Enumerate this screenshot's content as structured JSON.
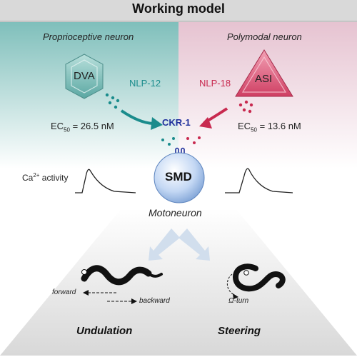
{
  "title": "Working model",
  "left_panel": {
    "label": "Proprioceptive neuron",
    "neuron": "DVA",
    "peptide": "NLP-12",
    "ec50_prefix": "EC",
    "ec50_sub": "50",
    "ec50_value": " = 26.5 nM"
  },
  "right_panel": {
    "label": "Polymodal neuron",
    "neuron": "ASI",
    "peptide": "NLP-18",
    "ec50_prefix": "EC",
    "ec50_sub": "50",
    "ec50_value": " = 13.6 nM"
  },
  "receptor": "CKR-1",
  "calcium": {
    "prefix": "Ca",
    "sup": "2+",
    "suffix": " activity"
  },
  "target_neuron": "SMD",
  "target_type": "Motoneuron",
  "behaviors": {
    "forward": "forward",
    "backward": "backward",
    "omega_turn": "Ω-turn",
    "undulation": "Undulation",
    "steering": "Steering"
  },
  "colors": {
    "teal": "#1a8c8c",
    "teal_panel": "#7fbfbb",
    "pink": "#c8294f",
    "pink_panel": "#e6c3d1",
    "receptor_blue": "#1f2f9c",
    "header_gray": "#d9d9d9",
    "smd_blue": "#a8c6ee"
  }
}
